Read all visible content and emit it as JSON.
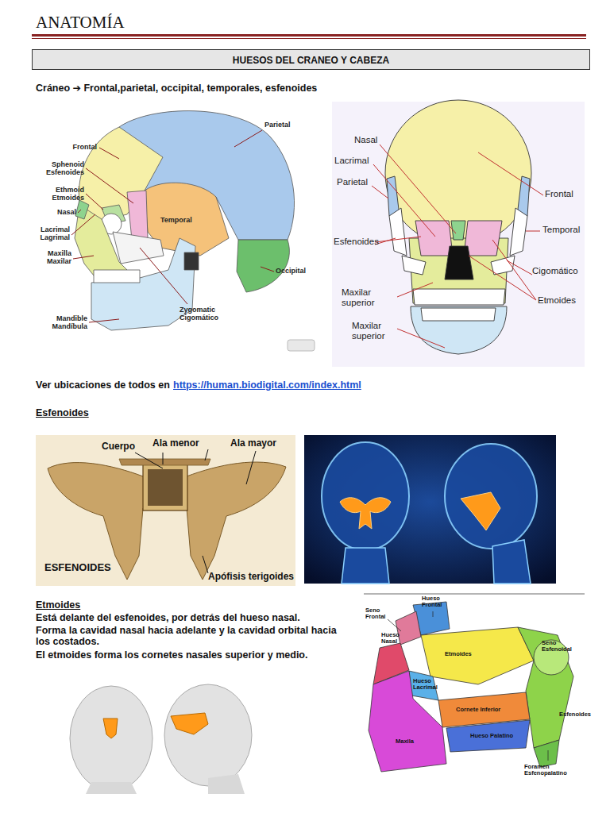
{
  "diagram": {
    "title": "ANATOMÍA",
    "nodes": [
      {
        "text": [
          "HUESOS DEL CRANEO Y CABEZA"
        ]
      }
    ],
    "edges": [],
    "labels": [
      "Cráneo ➔ Frontal,parietal, occipital, temporales, esfenoides",
      "Parietal",
      "Frontal",
      "Sphenoid Esfenoides",
      "Ethmoid Etmoides",
      "Nasal",
      "Lacrimal Lagrimal",
      "Maxilla Maxilar",
      "Temporal",
      "Occipital",
      "Zygomatic Cigomático",
      "Mandible Mandíbula",
      "Nasal",
      "Lacrimal",
      "Parietal",
      "Esfenoides",
      "Maxilar superior",
      "Maxilar superior",
      "Frontal",
      "Temporal",
      "Cigomático",
      "Etmoides",
      "Ver ubicaciones de todos en",
      "https://human.biodigital.com/index.html",
      "Esfenoides",
      "Cuerpo",
      "Ala menor",
      "Ala mayor",
      "ESFENOIDES",
      "Apófisis terigoides",
      "Etmoides",
      "Está delante del esfenoides, por detrás del hueso nasal.",
      "Forma la cavidad nasal hacia adelante y la cavidad orbital hacia los costados.",
      "El etmoides forma los cornetes nasales superior y medio.",
      "Hueso Frontal",
      "Seno Frontal",
      "Hueso Nasal",
      "Etmoides",
      "Seno Esfenoidal",
      "Hueso Lacrimal",
      "Cornete Inferior",
      "Esfenoides",
      "Maxila",
      "Hueso Palatino",
      "Foramen Esfenopalatino"
    ]
  }
}
